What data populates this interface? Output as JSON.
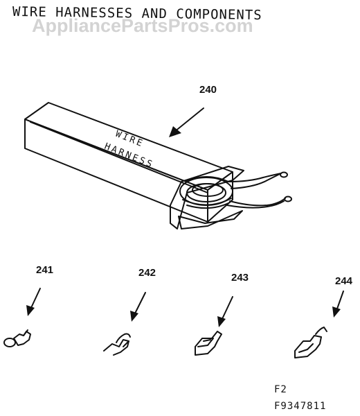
{
  "title": "WIRE HARNESSES AND COMPONENTS",
  "watermark": "AppliancePartsPros.com",
  "box_label_line1": "WIRE",
  "box_label_line2": "HARNESS",
  "callouts": {
    "part_240": "240",
    "part_241": "241",
    "part_242": "242",
    "part_243": "243",
    "part_244": "244"
  },
  "figure_code_1": "F2",
  "figure_code_2": "F9347811"
}
